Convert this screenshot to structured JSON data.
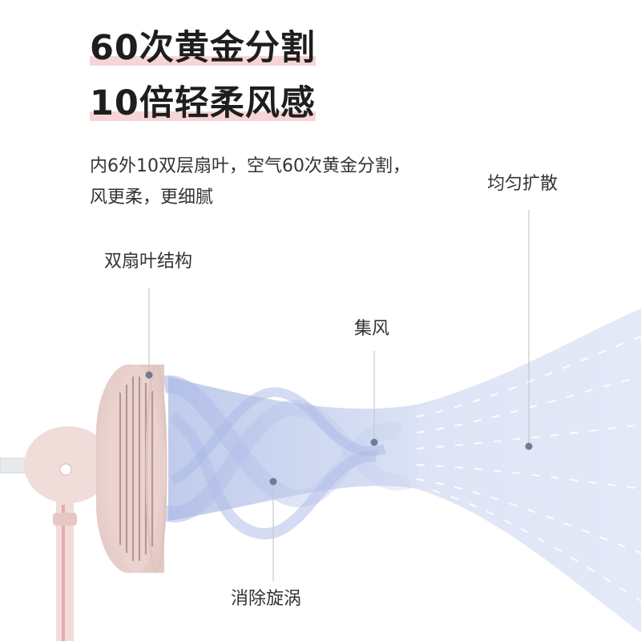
{
  "headline": {
    "line1": "60次黄金分割",
    "line2": "10倍轻柔风感"
  },
  "description": {
    "line1": "内6外10双层扇叶，空气60次黄金分割，",
    "line2": "风更柔，更细腻"
  },
  "callouts": {
    "dual_blade": "双扇叶结构",
    "even_spread": "均匀扩散",
    "focused_wind": "集风",
    "vortex_removal": "消除旋涡"
  },
  "colors": {
    "highlight": "#f7d4d6",
    "fan_body": "#f1dcd8",
    "wind": "#c9d5ee",
    "callout_dot": "#6f7c98"
  }
}
